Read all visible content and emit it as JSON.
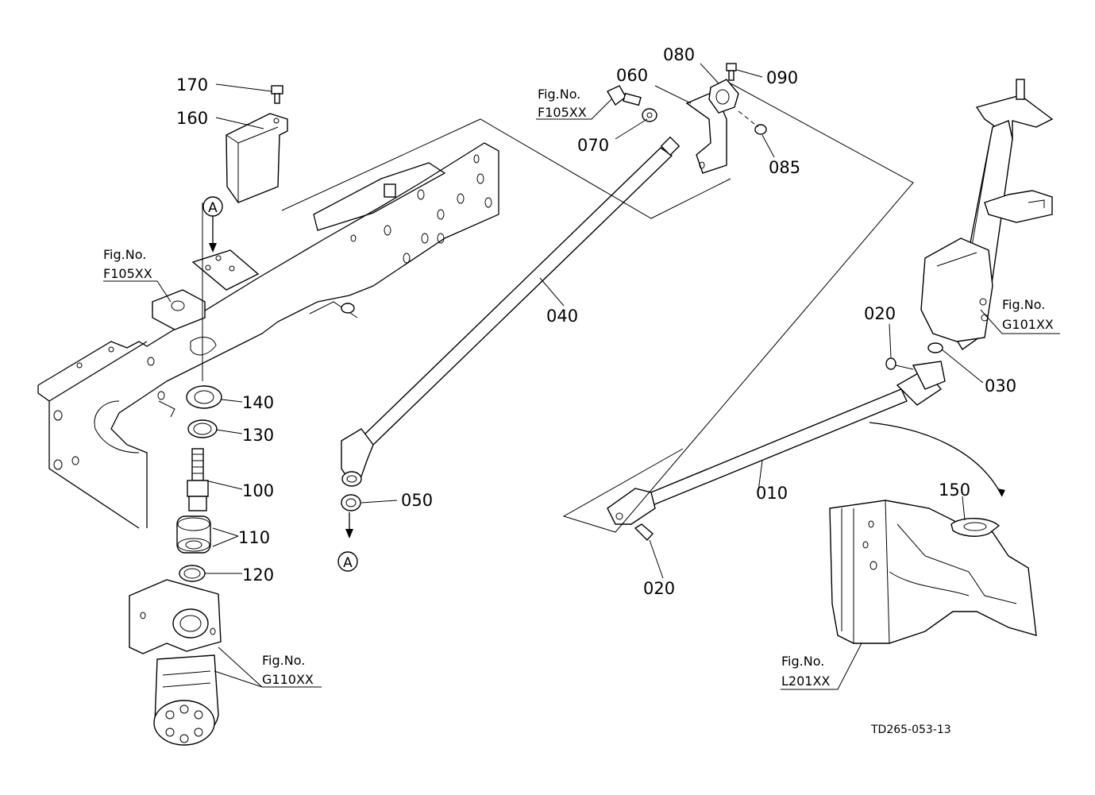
{
  "diagram": {
    "drawing_code": "TD265-053-13",
    "callout_letter": "A",
    "parts": [
      {
        "id": "p170",
        "label": "170"
      },
      {
        "id": "p160",
        "label": "160"
      },
      {
        "id": "p140",
        "label": "140"
      },
      {
        "id": "p130",
        "label": "130"
      },
      {
        "id": "p100",
        "label": "100"
      },
      {
        "id": "p110",
        "label": "110"
      },
      {
        "id": "p120",
        "label": "120"
      },
      {
        "id": "p080",
        "label": "080"
      },
      {
        "id": "p060",
        "label": "060"
      },
      {
        "id": "p090",
        "label": "090"
      },
      {
        "id": "p070",
        "label": "070"
      },
      {
        "id": "p085",
        "label": "085"
      },
      {
        "id": "p040",
        "label": "040"
      },
      {
        "id": "p050",
        "label": "050"
      },
      {
        "id": "p020a",
        "label": "020"
      },
      {
        "id": "p030",
        "label": "030"
      },
      {
        "id": "p010",
        "label": "010"
      },
      {
        "id": "p150",
        "label": "150"
      },
      {
        "id": "p020b",
        "label": "020"
      }
    ],
    "figure_refs": [
      {
        "id": "ref_frame_left",
        "line1": "Fig.No.",
        "line2": "F105XX"
      },
      {
        "id": "ref_frame_top",
        "line1": "Fig.No.",
        "line2": "F105XX"
      },
      {
        "id": "ref_column",
        "line1": "Fig.No.",
        "line2": "G101XX"
      },
      {
        "id": "ref_pump",
        "line1": "Fig.No.",
        "line2": "G110XX"
      },
      {
        "id": "ref_body",
        "line1": "Fig.No.",
        "line2": "L201XX"
      }
    ]
  }
}
